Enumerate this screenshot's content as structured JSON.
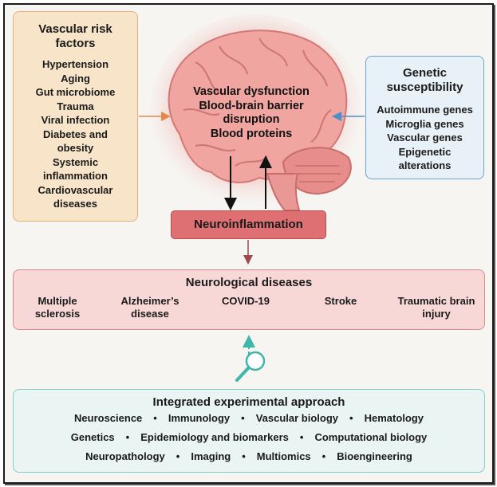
{
  "risk": {
    "title": "Vascular risk factors",
    "items": [
      "Hypertension",
      "Aging",
      "Gut microbiome",
      "Trauma",
      "Viral infection",
      "Diabetes and obesity",
      "Systemic inflammation",
      "Cardiovascular diseases"
    ]
  },
  "genetic": {
    "title": "Genetic susceptibility",
    "items": [
      "Autoimmune genes",
      "Microglia genes",
      "Vascular genes",
      "Epigenetic alterations"
    ]
  },
  "brain": {
    "lines": [
      "Vascular dysfunction",
      "Blood-brain barrier",
      "disruption",
      "Blood proteins"
    ]
  },
  "neuroinflammation": "Neuroinflammation",
  "diseases": {
    "title": "Neurological diseases",
    "items": [
      "Multiple sclerosis",
      "Alzheimer’s disease",
      "COVID-19",
      "Stroke",
      "Traumatic brain injury"
    ]
  },
  "integrated": {
    "title": "Integrated experimental approach",
    "rows": [
      [
        "Neuroscience",
        "Immunology",
        "Vascular biology",
        "Hematology"
      ],
      [
        "Genetics",
        "Epidemiology and biomarkers",
        "Computational biology"
      ],
      [
        "Neuropathology",
        "Imaging",
        "Multiomics",
        "Bioengineering"
      ]
    ]
  },
  "colors": {
    "risk_arrow": "#e8874a",
    "genetic_arrow": "#4d8fc8",
    "down_arrow": "#9e4a4e",
    "teal": "#3fb6aa"
  }
}
